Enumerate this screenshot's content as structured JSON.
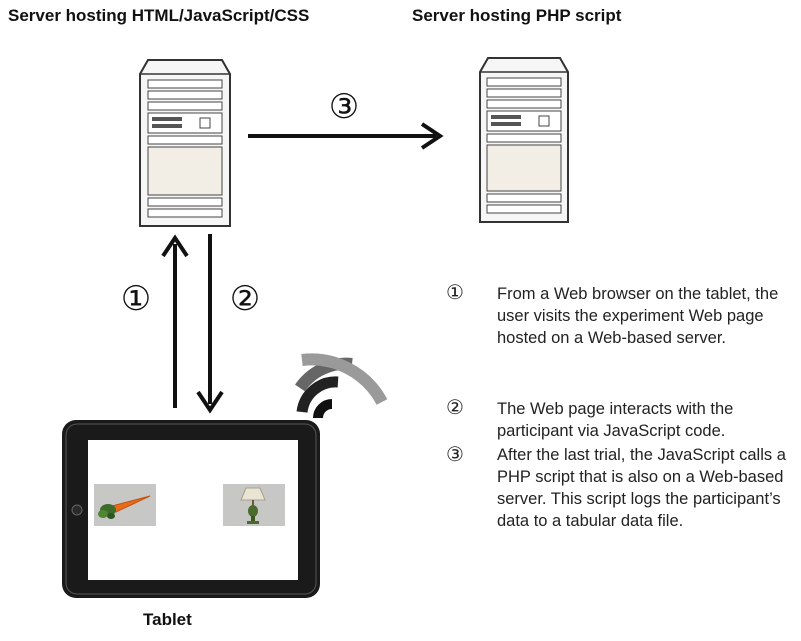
{
  "titles": {
    "left_server": "Server hosting HTML/JavaScript/CSS",
    "right_server": "Server hosting PHP script",
    "tablet": "Tablet"
  },
  "arrow_labels": {
    "step1": "①",
    "step2": "②",
    "step3": "③"
  },
  "steps": [
    {
      "number": "①",
      "text": "From a Web browser on the tablet, the user visits the experiment Web page hosted on a Web-based server."
    },
    {
      "number": "②",
      "text": "The Web page interacts with the participant via JavaScript code."
    },
    {
      "number": "③",
      "text": "After the last trial, the JavaScript calls a PHP script that is also on a Web-based server. This script logs the participant’s data to a tabular data file."
    }
  ],
  "tablet_screen": {
    "left_image": "carrot-icon",
    "right_image": "lamp-icon"
  },
  "wifi_icon": "wifi-signal-icon"
}
